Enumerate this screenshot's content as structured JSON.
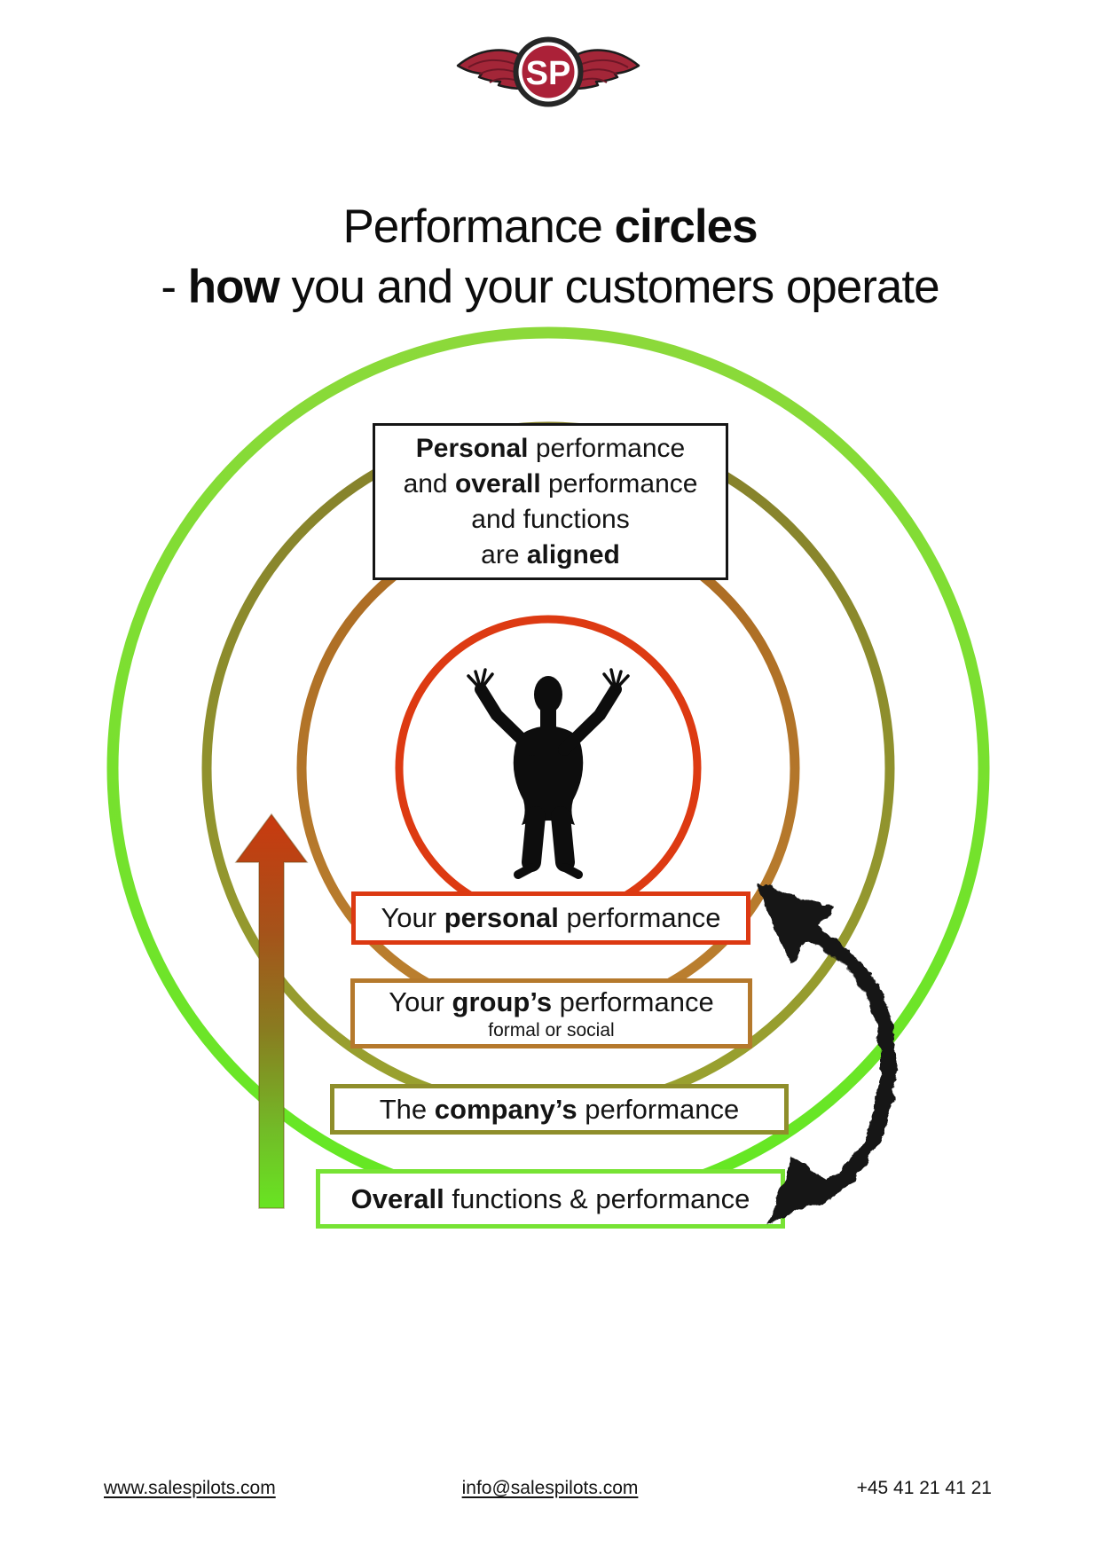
{
  "logo": {
    "monogram": "SP"
  },
  "title": {
    "l1_regular": "Performance ",
    "l1_bold": "circles",
    "l2_pre": "- ",
    "l2_bold": "how",
    "l2_post": " you and your customers operate"
  },
  "top_box": {
    "l1_bold": "Personal",
    "l1_post": " performance",
    "l2_pre": "and ",
    "l2_bold": "overall",
    "l2_post": " performance",
    "l3": "and functions",
    "l4_pre": "are ",
    "l4_bold": "aligned"
  },
  "labels": {
    "personal": {
      "pre": "Your ",
      "bold": "personal",
      "post": " performance"
    },
    "group": {
      "pre": "Your ",
      "bold": "group’s",
      "post": " performance",
      "sub": "formal or social"
    },
    "company": {
      "pre": "The ",
      "bold": "company’s",
      "post": " performance"
    },
    "overall": {
      "pre": "",
      "bold": "Overall",
      "post": " functions & performance"
    }
  },
  "footer": {
    "website": "www.salespilots.com",
    "email": "info@salespilots.com",
    "phone": "+45 41 21 41 21"
  },
  "colors": {
    "ring_overall_green": "#76e22d",
    "ring_company_olive": "#8d8f2d",
    "ring_group_brown": "#b3752a",
    "ring_personal_red": "#dd3a12",
    "top_box_border": "#151515",
    "personal_box_border": "#dc3912",
    "group_box_border": "#b5792c",
    "company_box_border": "#8f8e2b",
    "overall_box_border": "#77e334",
    "growth_arrow_top_red": "#c9390f",
    "growth_arrow_bottom_green": "#68e522",
    "sketch_arrow_black": "#151515",
    "logo_wing_red": "#a32638",
    "logo_circle_red": "#ab2138"
  }
}
